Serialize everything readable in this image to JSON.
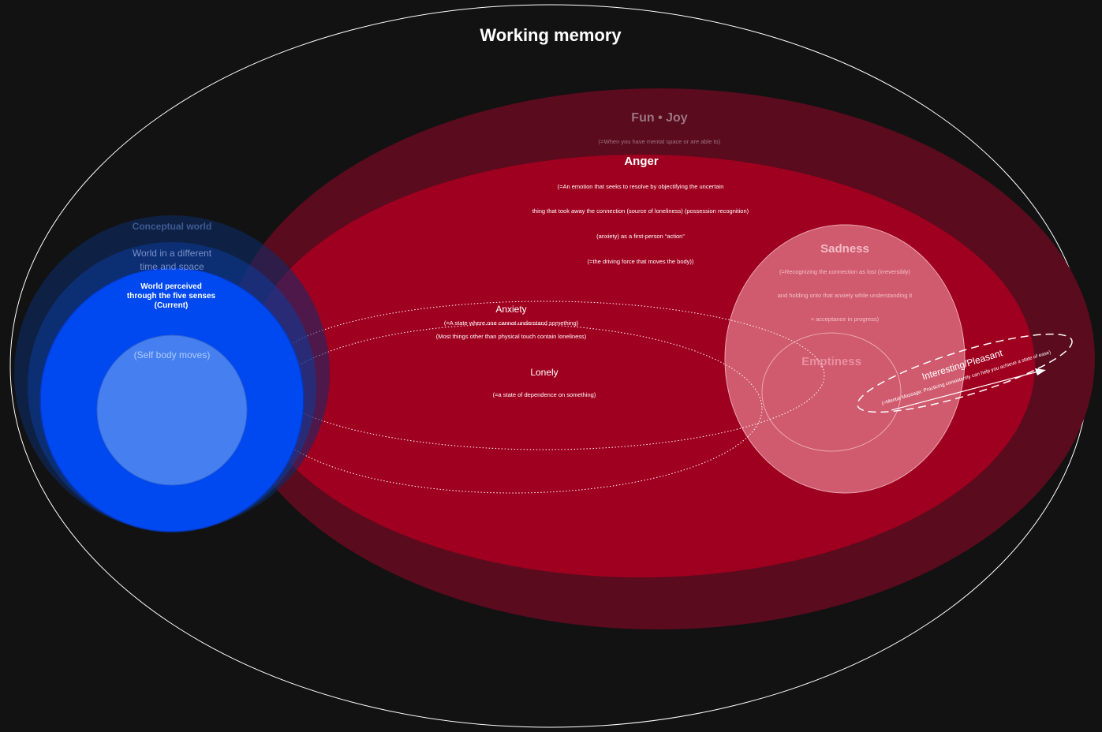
{
  "diagram": {
    "title": "Working memory",
    "fun_joy": {
      "title": "Fun • Joy",
      "desc": "(=When you have mental space or are able to)"
    },
    "anger": {
      "title": "Anger",
      "lines": [
        "(=An emotion that seeks to resolve by objectifying the uncertain",
        "thing that took away the connection (source of loneliness) (possession recognition)",
        "(anxiety) as a first-person “action”",
        "(=the driving force that moves the body))"
      ]
    },
    "sadness": {
      "title": "Sadness",
      "lines": [
        "(=Recognizing the connection as lost (irreversibly)",
        "and holding onto that anxiety while understanding it",
        "≈ acceptance in progress)"
      ]
    },
    "emptiness": {
      "title": "Emptiness"
    },
    "anxiety": {
      "title": "Anxiety",
      "lines": [
        "(=A state where one cannot understand something)",
        "(Most things other than physical touch contain loneliness)"
      ]
    },
    "lonely": {
      "title": "Lonely",
      "desc": "(=a state of dependence on something)"
    },
    "interesting": {
      "title": "Interesting/Pleasant",
      "desc": "(=Mental Massage: Practicing consistently can help you achieve a state of ease)"
    },
    "conceptual_world": "Conceptual world",
    "different_world": [
      "World in a different",
      "time and space"
    ],
    "perceived_world": [
      "World perceived",
      "through the five senses",
      "(Current)"
    ],
    "self_body": "(Self body moves)"
  },
  "colors": {
    "background": "#121212",
    "fun_joy_fill": "#5a0b1e",
    "anger_fill": "#a0001f",
    "sadness_fill": "#d05a6e",
    "blue_current": "#0048ef",
    "blue_outer": "#0b2d6e",
    "self_body": "#4680f0",
    "outline": "#ffffff"
  }
}
